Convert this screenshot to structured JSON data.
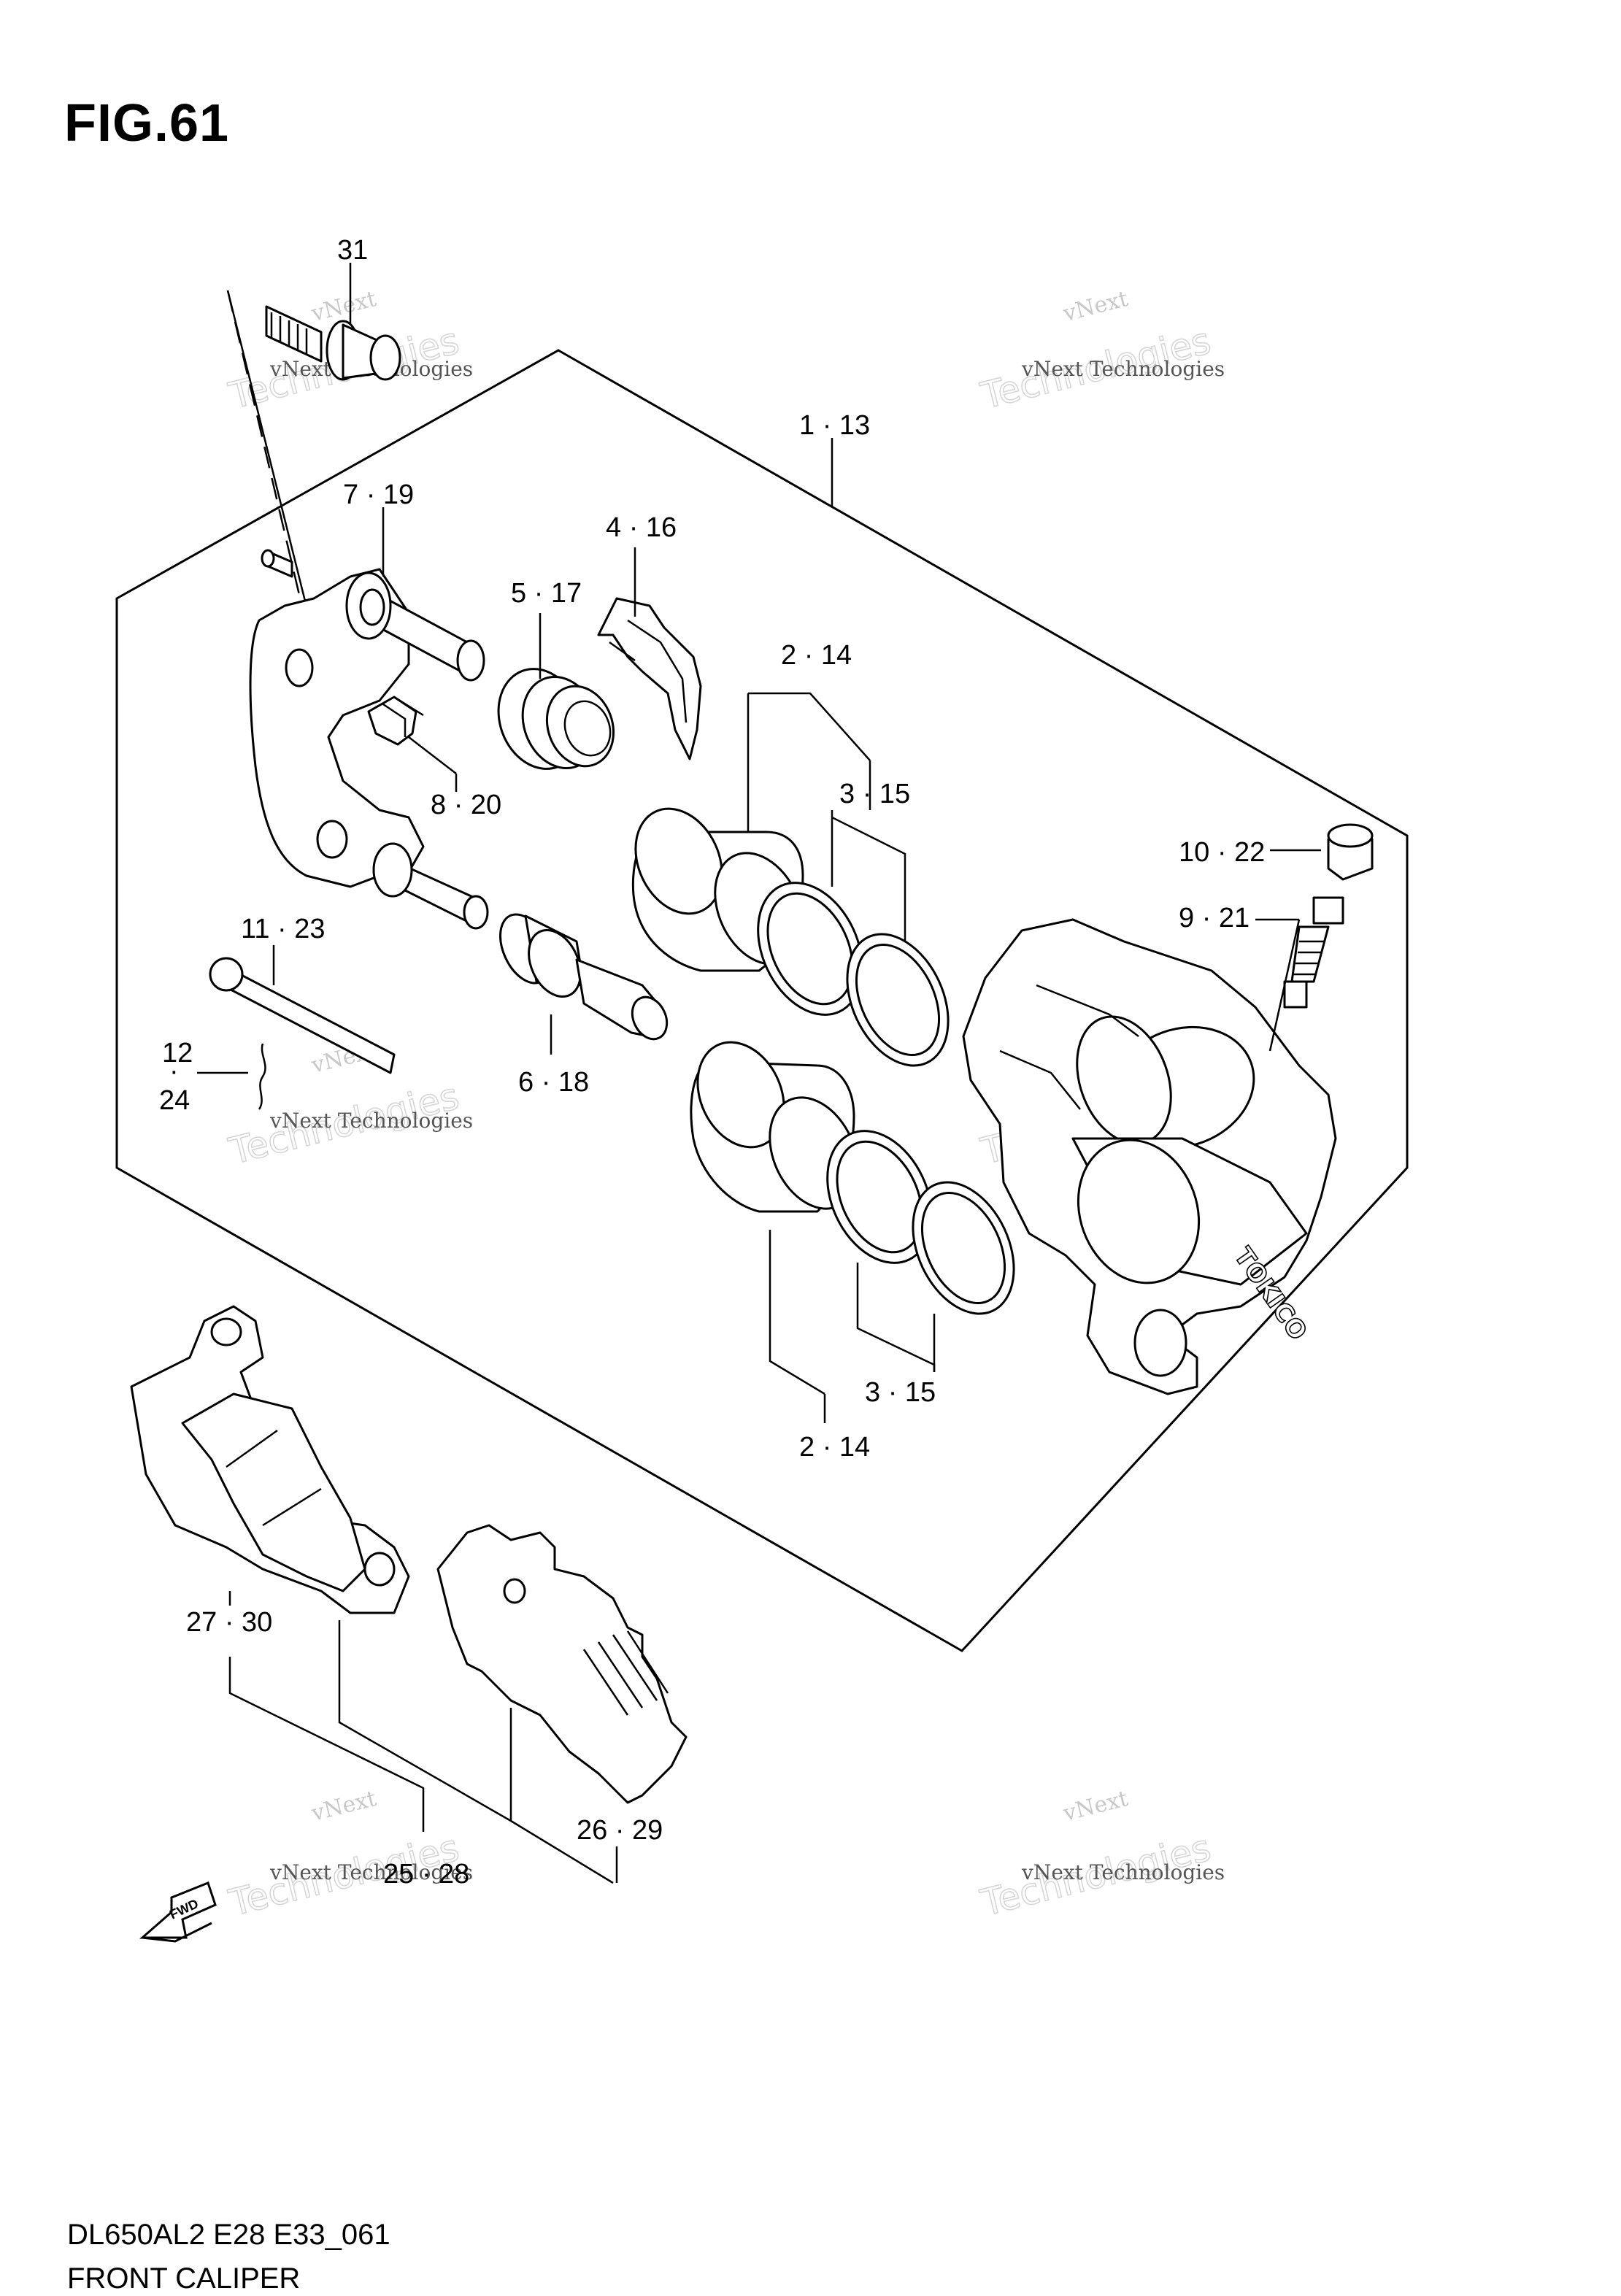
{
  "figure": {
    "title": "FIG.61"
  },
  "footer": {
    "model_code": "DL650AL2 E28 E33_061",
    "name": "FRONT CALIPER"
  },
  "watermark": {
    "line1": "vNext",
    "line2": "Technologies",
    "line3": "vNext Technologies"
  },
  "fwd_arrow": {
    "label": "FWD"
  },
  "callouts": {
    "c31": "31",
    "c1_13": "1 · 13",
    "c7_19": "7 · 19",
    "c4_16": "4 · 16",
    "c5_17": "5 · 17",
    "c2_14_top": "2 · 14",
    "c3_15_top": "3 · 15",
    "c10_22": "10 · 22",
    "c9_21": "9 · 21",
    "c8_20": "8 · 20",
    "c11_23": "11 · 23",
    "c12": "12",
    "c12_dot": "·",
    "c24": "24",
    "c6_18": "6 · 18",
    "c3_15_bottom": "3 · 15",
    "c2_14_bottom": "2 · 14",
    "c27_30": "27 · 30",
    "c25_28": "25 · 28",
    "c26_29": "26 · 29"
  }
}
